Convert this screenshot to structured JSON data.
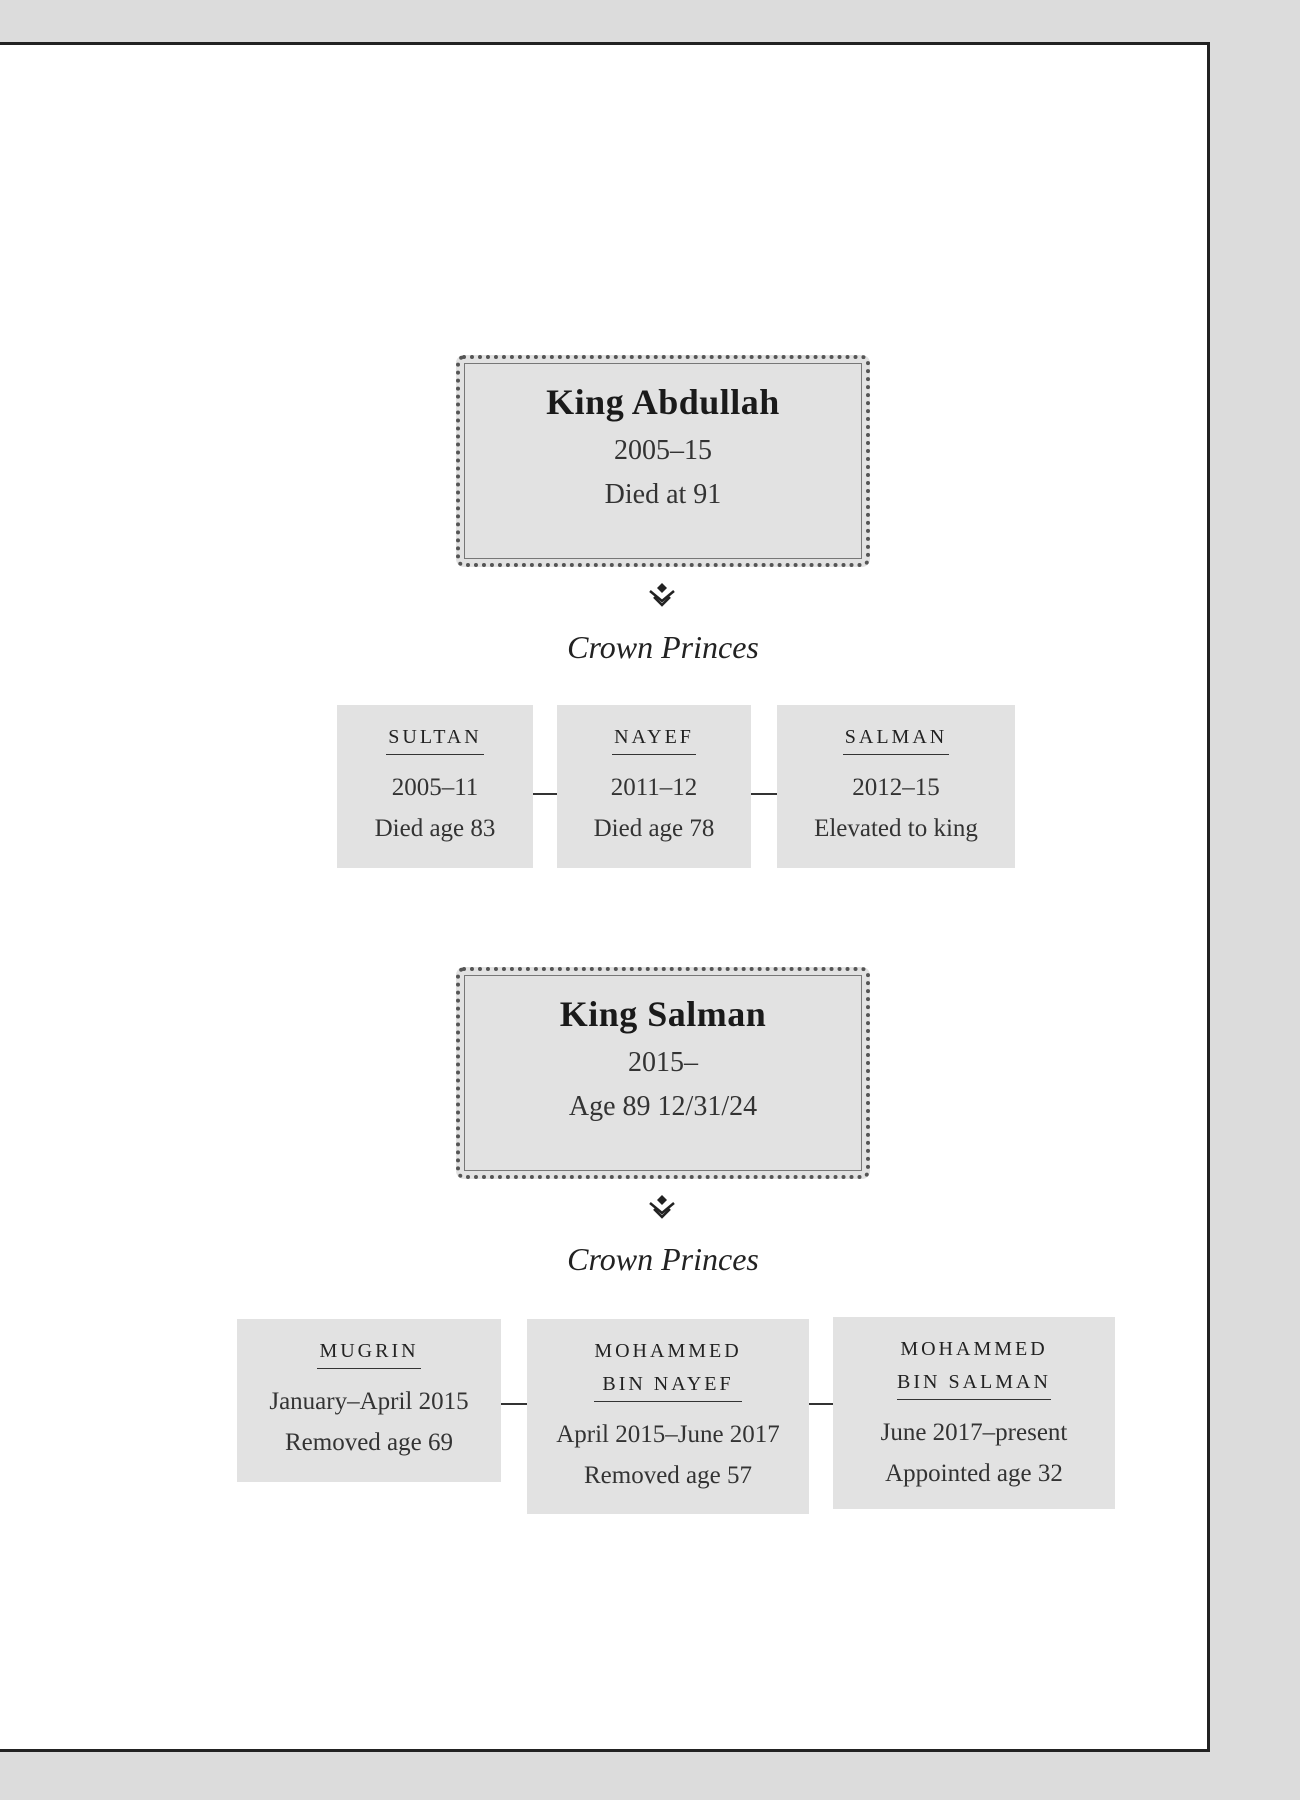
{
  "sections": [
    {
      "king": {
        "name": "King Abdullah",
        "reign": "2005–15",
        "note": "Died at 91"
      },
      "label": "Crown Princes",
      "princes": [
        {
          "name": "SULTAN",
          "period": "2005–11",
          "note": "Died age 83"
        },
        {
          "name": "NAYEF",
          "period": "2011–12",
          "note": "Died age 78"
        },
        {
          "name": "SALMAN",
          "period": "2012–15",
          "note": "Elevated to king"
        }
      ]
    },
    {
      "king": {
        "name": "King Salman",
        "reign": "2015–",
        "note": "Age 89 12/31/24"
      },
      "label": "Crown Princes",
      "princes": [
        {
          "name_lines": [
            "MUGRIN"
          ],
          "period": "January–April 2015",
          "note": "Removed age 69"
        },
        {
          "name_lines": [
            "MOHAMMED",
            "BIN NAYEF"
          ],
          "period": "April 2015–June 2017",
          "note": "Removed age 57"
        },
        {
          "name_lines": [
            "MOHAMMED",
            "BIN SALMAN"
          ],
          "period": "June 2017–present",
          "note": "Appointed age 32"
        }
      ]
    }
  ],
  "colors": {
    "box_fill": "#e2e2e2",
    "border": "#222222",
    "background": "#dcdcdc"
  }
}
